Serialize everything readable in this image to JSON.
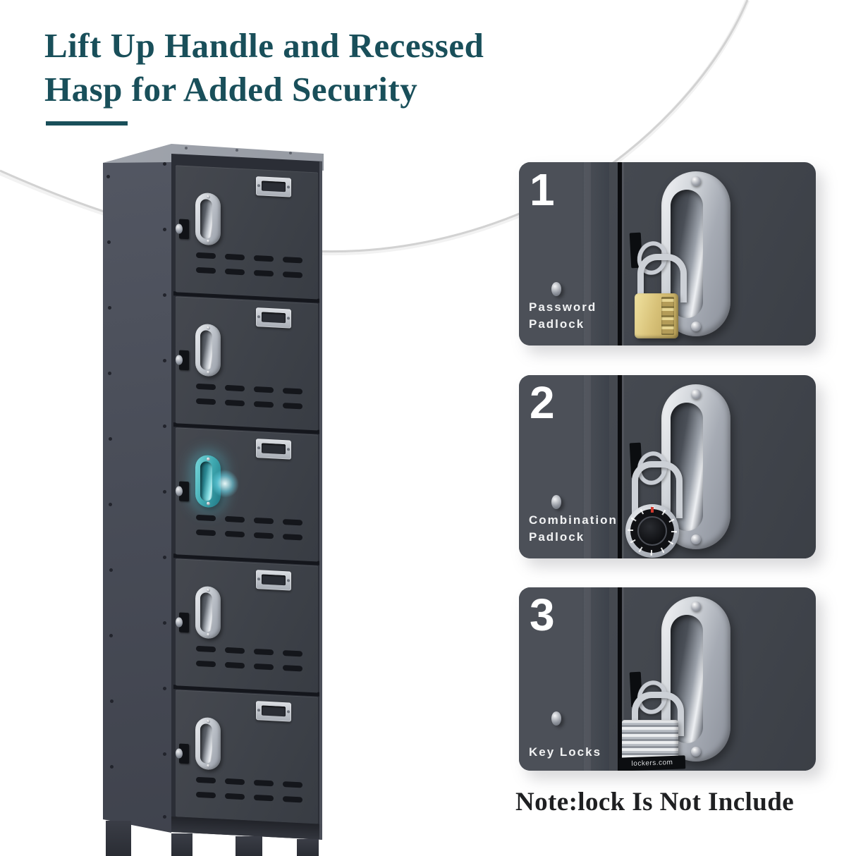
{
  "title": {
    "line1": "Lift Up Handle and Recessed",
    "line2": "Hasp for Added Security"
  },
  "note_text": "Note:lock Is Not Include",
  "panels": [
    {
      "number": "1",
      "label_line1": "Password",
      "label_line2": "Padlock",
      "icon": "brass-password-padlock-icon"
    },
    {
      "number": "2",
      "label_line1": "Combination",
      "label_line2": "Padlock",
      "icon": "dial-combination-padlock-icon"
    },
    {
      "number": "3",
      "label_line1": "Key Locks",
      "label_line2": "",
      "icon": "laminated-key-padlock-icon"
    }
  ],
  "padlock_brand_text": "lockers.com",
  "locker": {
    "door_count": 5,
    "highlighted_door_index": 3,
    "highlight_feature": "lift-up-handle"
  },
  "colors": {
    "background": "#ffffff",
    "title_accent": "#194f5a",
    "note_text": "#1f2022",
    "panel_body": "#45494f",
    "locker_door": "#3f434a",
    "locker_side": "#4a4e59",
    "highlight_teal": "#4fc3cd",
    "chrome": "#c9cdd4",
    "brass": "#d8c279",
    "curve": "#d4d4d4"
  }
}
